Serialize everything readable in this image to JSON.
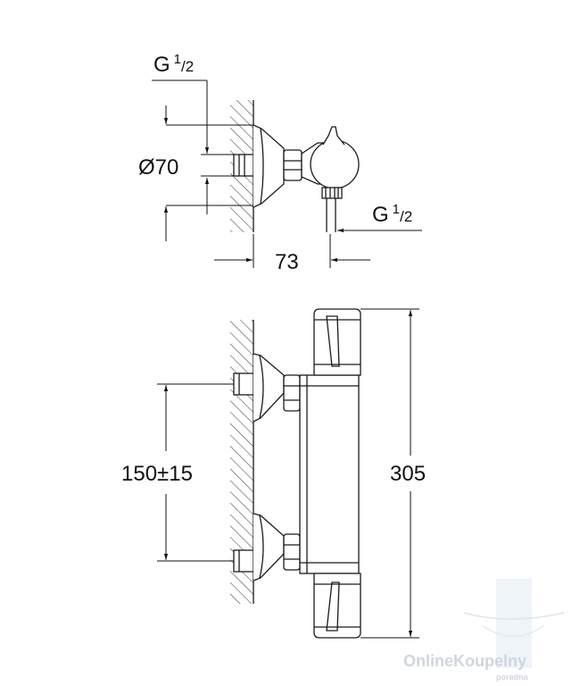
{
  "top_view": {
    "thread_left": {
      "main": "G",
      "sup": "1",
      "sub": "/2"
    },
    "diameter": "Ø70",
    "thread_right": {
      "main": "G",
      "sup": "1",
      "sub": "/2"
    },
    "depth": "73"
  },
  "front_view": {
    "spacing": "150±15",
    "height": "305"
  },
  "watermark": {
    "text": "OnlineKoupelny",
    "subtext": "poradna"
  }
}
